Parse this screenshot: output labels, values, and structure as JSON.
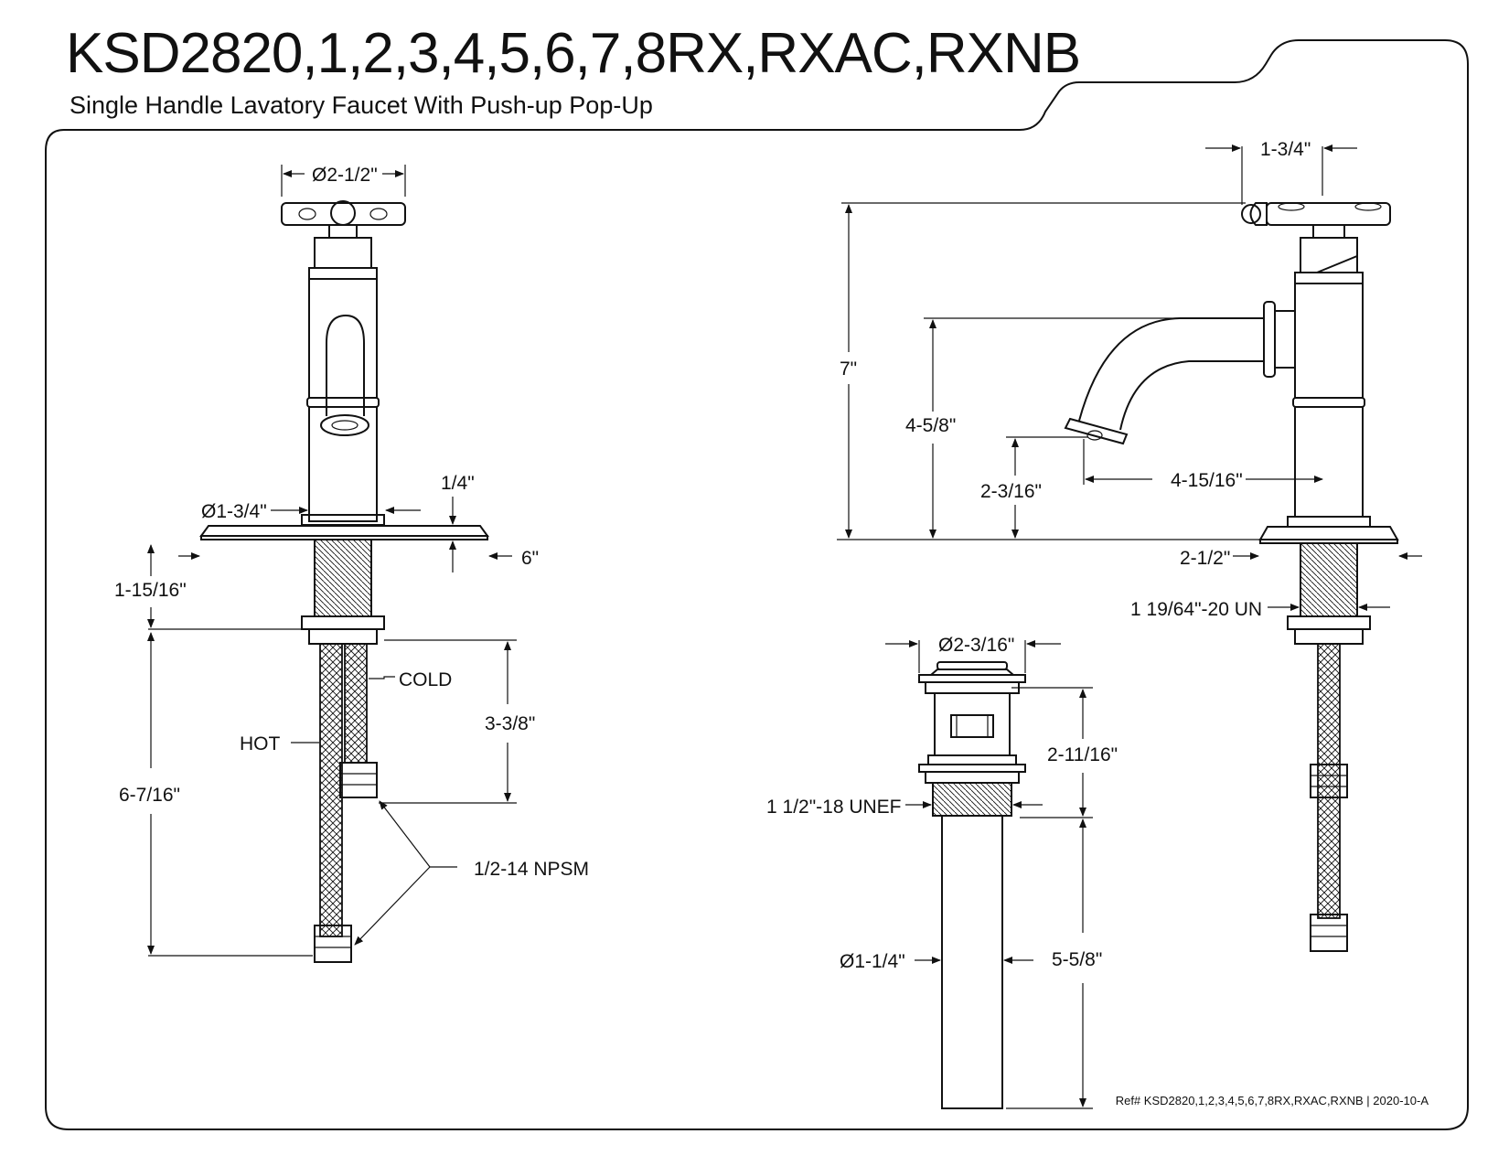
{
  "header": {
    "title": "KSD2820,1,2,3,4,5,6,7,8RX,RXAC,RXNB",
    "subtitle": "Single Handle Lavatory Faucet With Push-up Pop-Up"
  },
  "footer": {
    "reference": "Ref# KSD2820,1,2,3,4,5,6,7,8RX,RXAC,RXNB | 2020-10-A"
  },
  "front_view": {
    "handle_diameter": "Ø2-1/2\"",
    "base_diameter": "Ø1-3/4\"",
    "plate_thickness": "1/4\"",
    "plate_length": "6\"",
    "shank_length": "1-15/16\"",
    "supply_length": "6-7/16\"",
    "cold_offset": "3-3/8\"",
    "cold_label": "COLD",
    "hot_label": "HOT",
    "connection": "1/2-14 NPSM"
  },
  "side_view": {
    "handle_offset": "1-3/4\"",
    "overall_height": "7\"",
    "spout_height": "4-5/8\"",
    "spout_clearance": "2-3/16\"",
    "spout_reach": "4-15/16\"",
    "base_diameter": "2-1/2\"",
    "shank_thread": "1 19/64\"-20 UN"
  },
  "drain_view": {
    "cap_diameter": "Ø2-3/16\"",
    "body_height": "2-11/16\"",
    "thread": "1 1/2\"-18 UNEF",
    "tail_diameter": "Ø1-1/4\"",
    "tail_length": "5-5/8\""
  }
}
